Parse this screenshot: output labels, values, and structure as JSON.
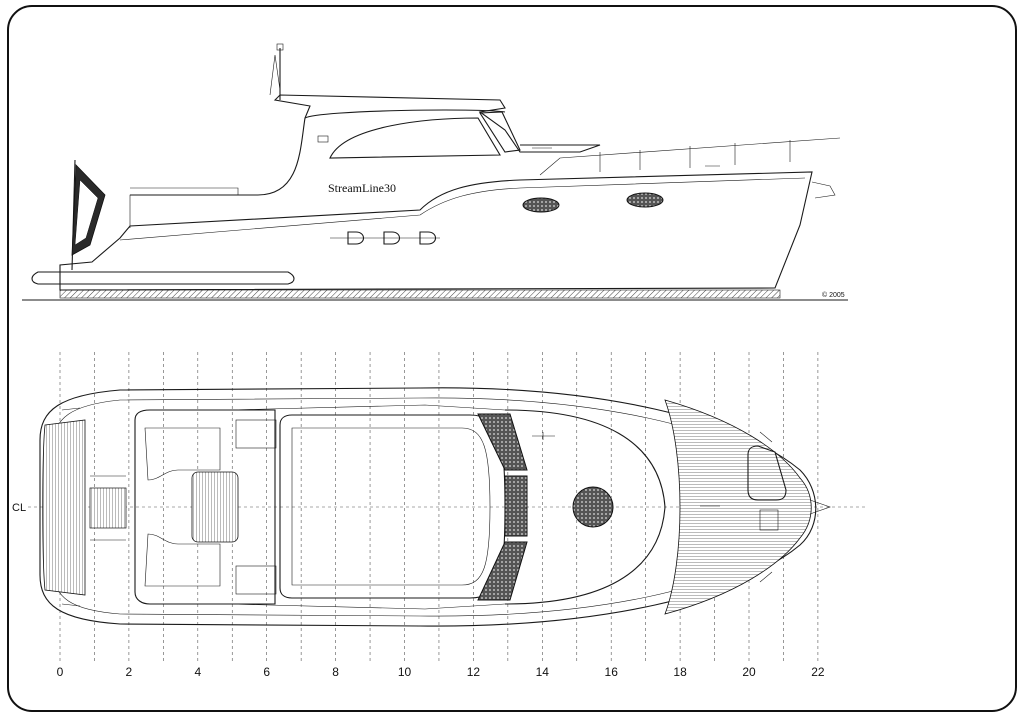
{
  "drawing": {
    "boat_name": "StreamLine30",
    "copyright": "© 2005",
    "centerline_label": "CL",
    "station_labels": [
      "0",
      "2",
      "4",
      "6",
      "8",
      "10",
      "12",
      "14",
      "16",
      "18",
      "20",
      "22"
    ]
  },
  "colors": {
    "line": "#1a1a1a",
    "paper": "#ffffff",
    "window_fill": "#3a3a3a"
  }
}
